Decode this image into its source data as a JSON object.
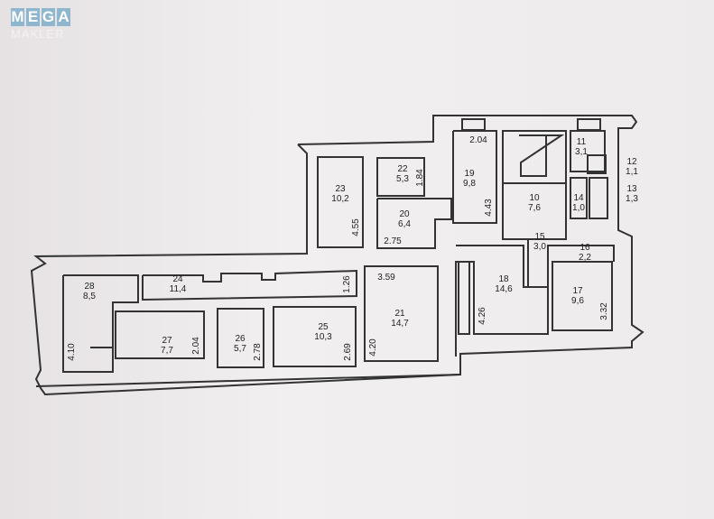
{
  "logo": {
    "line1": "MEGA",
    "line2": "MAKLER",
    "color": "#8fb6cf"
  },
  "rooms": [
    {
      "id": "10",
      "area": "7,6"
    },
    {
      "id": "11",
      "area": "3,1"
    },
    {
      "id": "12",
      "area": "1,1"
    },
    {
      "id": "13",
      "area": "1,3"
    },
    {
      "id": "14",
      "area": "1,0"
    },
    {
      "id": "15",
      "area": "3,0"
    },
    {
      "id": "16",
      "area": "2,2"
    },
    {
      "id": "17",
      "area": "9,6"
    },
    {
      "id": "18",
      "area": "14,6"
    },
    {
      "id": "19",
      "area": "9,8"
    },
    {
      "id": "20",
      "area": "6,4"
    },
    {
      "id": "21",
      "area": "14,7"
    },
    {
      "id": "22",
      "area": "5,3"
    },
    {
      "id": "23",
      "area": "10,2"
    },
    {
      "id": "24",
      "area": "11,4"
    },
    {
      "id": "25",
      "area": "10,3"
    },
    {
      "id": "26",
      "area": "5,7"
    },
    {
      "id": "27",
      "area": "7,7"
    },
    {
      "id": "28",
      "area": "8,5"
    }
  ],
  "dimensions": {
    "d19_top": "2.04",
    "d19_side": "4.43",
    "d22": "1.84",
    "d20": "2.75",
    "d23": "4.55",
    "d21_top": "3.59",
    "d21_side": "4.20",
    "d18": "4.26",
    "d17": "3.32",
    "d24": "1.26",
    "d25": "2.69",
    "d26": "2.78",
    "d27": "2.04",
    "d28": "4.10"
  }
}
